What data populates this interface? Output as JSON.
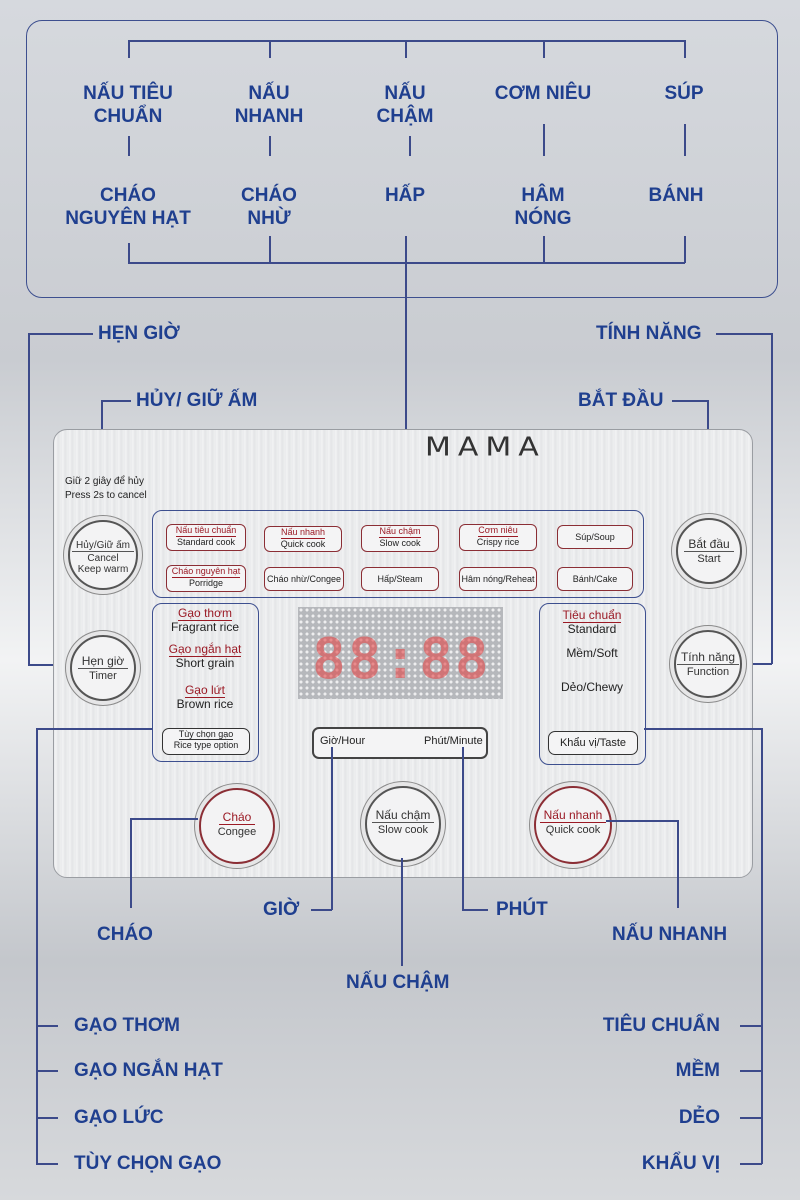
{
  "top_menus": {
    "row1": [
      "NẤU TIÊU\nCHUẨN",
      "NẤU\nNHANH",
      "NẤU\nCHẬM",
      "CƠM NIÊU",
      "SÚP"
    ],
    "row2": [
      "CHÁO\nNGUYÊN HẠT",
      "CHÁO\nNHỪ",
      "HẤP",
      "HÂM\nNÓNG",
      "BÁNH"
    ]
  },
  "callouts": {
    "hen_gio": "HẸN GIỜ",
    "huy_giu_am": "HỦY/ GIỮ ẤM",
    "tinh_nang": "TÍNH NĂNG",
    "bat_dau": "BẮT ĐẦU",
    "chao": "CHÁO",
    "gio": "GIỜ",
    "phut": "PHÚT",
    "nau_nhanh": "NẤU NHANH",
    "nau_cham": "NẤU CHẬM",
    "gao_thom": "GẠO THƠM",
    "gao_ngan_hat": "GẠO NGẮN HẠT",
    "gao_luc": "GẠO LỨC",
    "tuy_chon_gao": "TÙY CHỌN GẠO",
    "tieu_chuan": "TIÊU CHUẨN",
    "mem": "MỀM",
    "deo": "DẺO",
    "khau_vi": "KHẨU VỊ"
  },
  "panel": {
    "brand": "MAMA",
    "hint_line1": "Giữ 2 giây để hủy",
    "hint_line2": "Press 2s to cancel",
    "display_value": "88:88",
    "menu_buttons_row1": [
      {
        "vi": "Nấu tiêu chuẩn",
        "en": "Standard cook"
      },
      {
        "vi": "Nấu nhanh",
        "en": "Quick cook"
      },
      {
        "vi": "Nấu chậm",
        "en": "Slow cook"
      },
      {
        "vi": "Cơm niêu",
        "en": "Crispy rice"
      },
      {
        "vi": "Súp/Soup",
        "en": ""
      }
    ],
    "menu_buttons_row2": [
      {
        "vi": "Cháo nguyên hạt",
        "en": "Porridge"
      },
      {
        "vi": "Cháo nhừ/Congee",
        "en": ""
      },
      {
        "vi": "Hấp/Steam",
        "en": ""
      },
      {
        "vi": "Hâm nóng/Reheat",
        "en": ""
      },
      {
        "vi": "Bánh/Cake",
        "en": ""
      }
    ],
    "rice_types": [
      {
        "vi": "Gạo thơm",
        "en": "Fragrant rice"
      },
      {
        "vi": "Gạo ngắn hạt",
        "en": "Short grain"
      },
      {
        "vi": "Gạo lứt",
        "en": "Brown rice"
      }
    ],
    "rice_option": {
      "vi": "Tùy chọn gạo",
      "en": "Rice type option"
    },
    "taste": {
      "standard_vi": "Tiêu chuẩn",
      "standard_en": "Standard",
      "soft": "Mềm/Soft",
      "chewy": "Dẻo/Chewy",
      "taste_btn": "Khẩu vị/Taste"
    },
    "time_bar": {
      "hour": "Giờ/Hour",
      "minute": "Phút/Minute"
    },
    "cancel_btn": {
      "vi": "Hủy/Giữ ấm",
      "en1": "Cancel",
      "en2": "Keep warm"
    },
    "timer_btn": {
      "vi": "Hẹn giờ",
      "en": "Timer"
    },
    "start_btn": {
      "vi": "Bắt đầu",
      "en": "Start"
    },
    "function_btn": {
      "vi": "Tính năng",
      "en": "Function"
    },
    "congee_btn": {
      "vi": "Cháo",
      "en": "Congee"
    },
    "slow_btn": {
      "vi": "Nấu chậm",
      "en": "Slow cook"
    },
    "quick_btn": {
      "vi": "Nấu nhanh",
      "en": "Quick cook"
    }
  },
  "colors": {
    "label_blue": "#1f3f8f",
    "line": "#3c4a8a",
    "button_red": "#9b1a25"
  }
}
